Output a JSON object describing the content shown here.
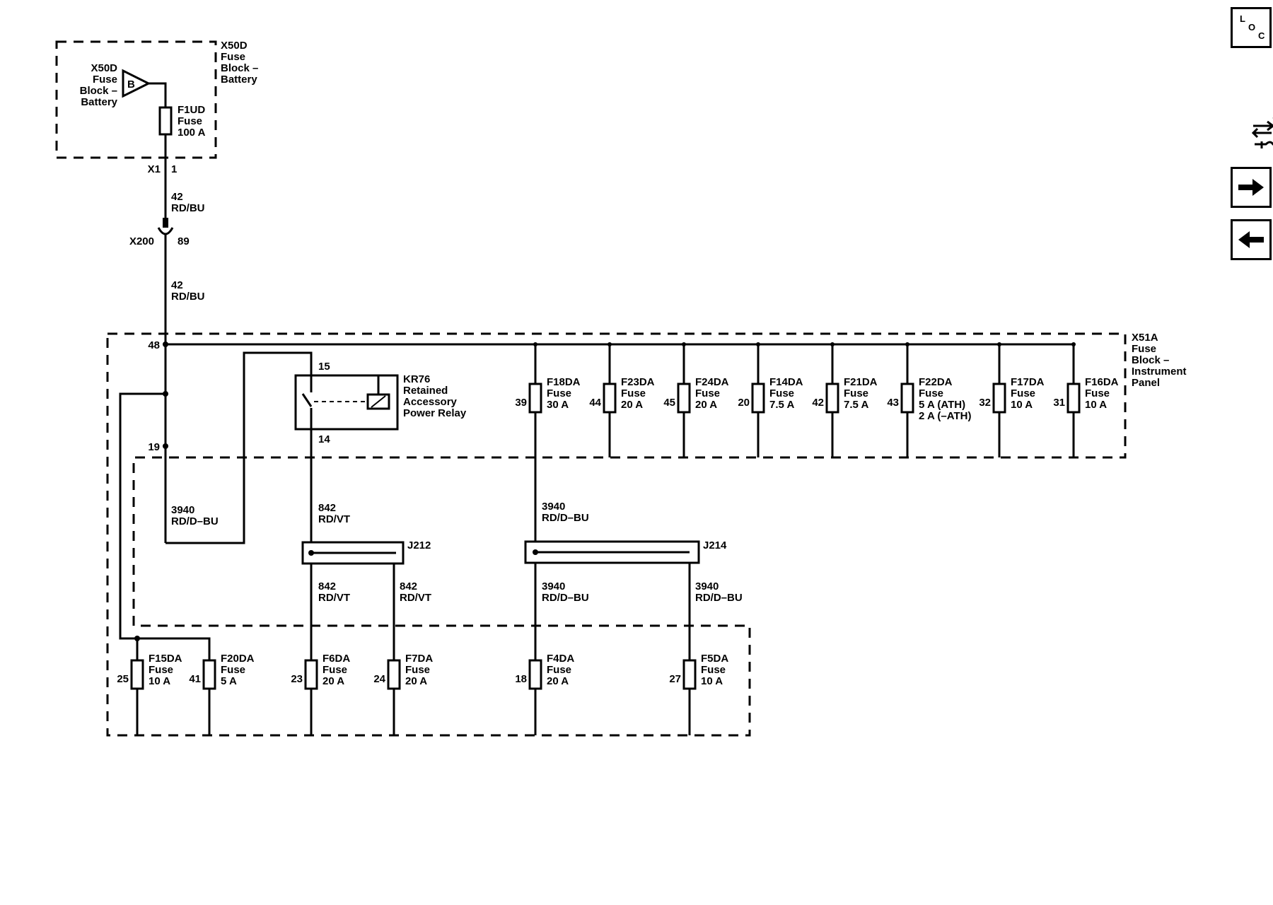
{
  "nav": {
    "loc_letters": [
      "L",
      "O",
      "C"
    ],
    "next_icon": "right-arrow-icon",
    "prev_icon": "left-arrow-icon",
    "connector_icon": "connector-view-icon"
  },
  "x50d": {
    "box_label": [
      "X50D",
      "Fuse",
      "Block –",
      "Battery"
    ],
    "source_label": [
      "X50D",
      "Fuse",
      "Block –",
      "Battery"
    ],
    "source_letter": "B",
    "fuse": [
      "F1UD",
      "Fuse",
      "100 A"
    ],
    "connector": "X1",
    "pin": "1"
  },
  "wires": {
    "w42_upper": [
      "42",
      "RD/BU"
    ],
    "w42_lower": [
      "42",
      "RD/BU"
    ],
    "x200": "X200",
    "x200_pin": "89",
    "w3940_left": [
      "3940",
      "RD/D–BU"
    ],
    "w842_top": [
      "842",
      "RD/VT"
    ],
    "w842_left": [
      "842",
      "RD/VT"
    ],
    "w842_right": [
      "842",
      "RD/VT"
    ],
    "w3940_mid": [
      "3940",
      "RD/D–BU"
    ],
    "w3940_j214_left": [
      "3940",
      "RD/D–BU"
    ],
    "w3940_j214_right": [
      "3940",
      "RD/D–BU"
    ]
  },
  "x51a": {
    "box_label": [
      "X51A",
      "Fuse",
      "Block –",
      "Instrument",
      "Panel"
    ],
    "pin48": "48",
    "pin19": "19",
    "relay": {
      "label": [
        "KR76",
        "Retained",
        "Accessory",
        "Power Relay"
      ],
      "pin_top": "15",
      "pin_bottom": "14"
    },
    "top_fuses": [
      {
        "pin": "39",
        "lines": [
          "F18DA",
          "Fuse",
          "30 A"
        ]
      },
      {
        "pin": "44",
        "lines": [
          "F23DA",
          "Fuse",
          "20 A"
        ]
      },
      {
        "pin": "45",
        "lines": [
          "F24DA",
          "Fuse",
          "20 A"
        ]
      },
      {
        "pin": "20",
        "lines": [
          "F14DA",
          "Fuse",
          "7.5 A"
        ]
      },
      {
        "pin": "42",
        "lines": [
          "F21DA",
          "Fuse",
          "7.5 A"
        ]
      },
      {
        "pin": "43",
        "lines": [
          "F22DA",
          "Fuse",
          "5 A (ATH)",
          "2 A (–ATH)"
        ]
      },
      {
        "pin": "32",
        "lines": [
          "F17DA",
          "Fuse",
          "10 A"
        ]
      },
      {
        "pin": "31",
        "lines": [
          "F16DA",
          "Fuse",
          "10 A"
        ]
      }
    ],
    "bottom_fuses": [
      {
        "pin": "25",
        "lines": [
          "F15DA",
          "Fuse",
          "10 A"
        ]
      },
      {
        "pin": "41",
        "lines": [
          "F20DA",
          "Fuse",
          "5 A"
        ]
      },
      {
        "pin": "23",
        "lines": [
          "F6DA",
          "Fuse",
          "20 A"
        ]
      },
      {
        "pin": "24",
        "lines": [
          "F7DA",
          "Fuse",
          "20 A"
        ]
      },
      {
        "pin": "18",
        "lines": [
          "F4DA",
          "Fuse",
          "20 A"
        ]
      },
      {
        "pin": "27",
        "lines": [
          "F5DA",
          "Fuse",
          "10 A"
        ]
      }
    ]
  },
  "splices": {
    "j212": "J212",
    "j214": "J214"
  }
}
